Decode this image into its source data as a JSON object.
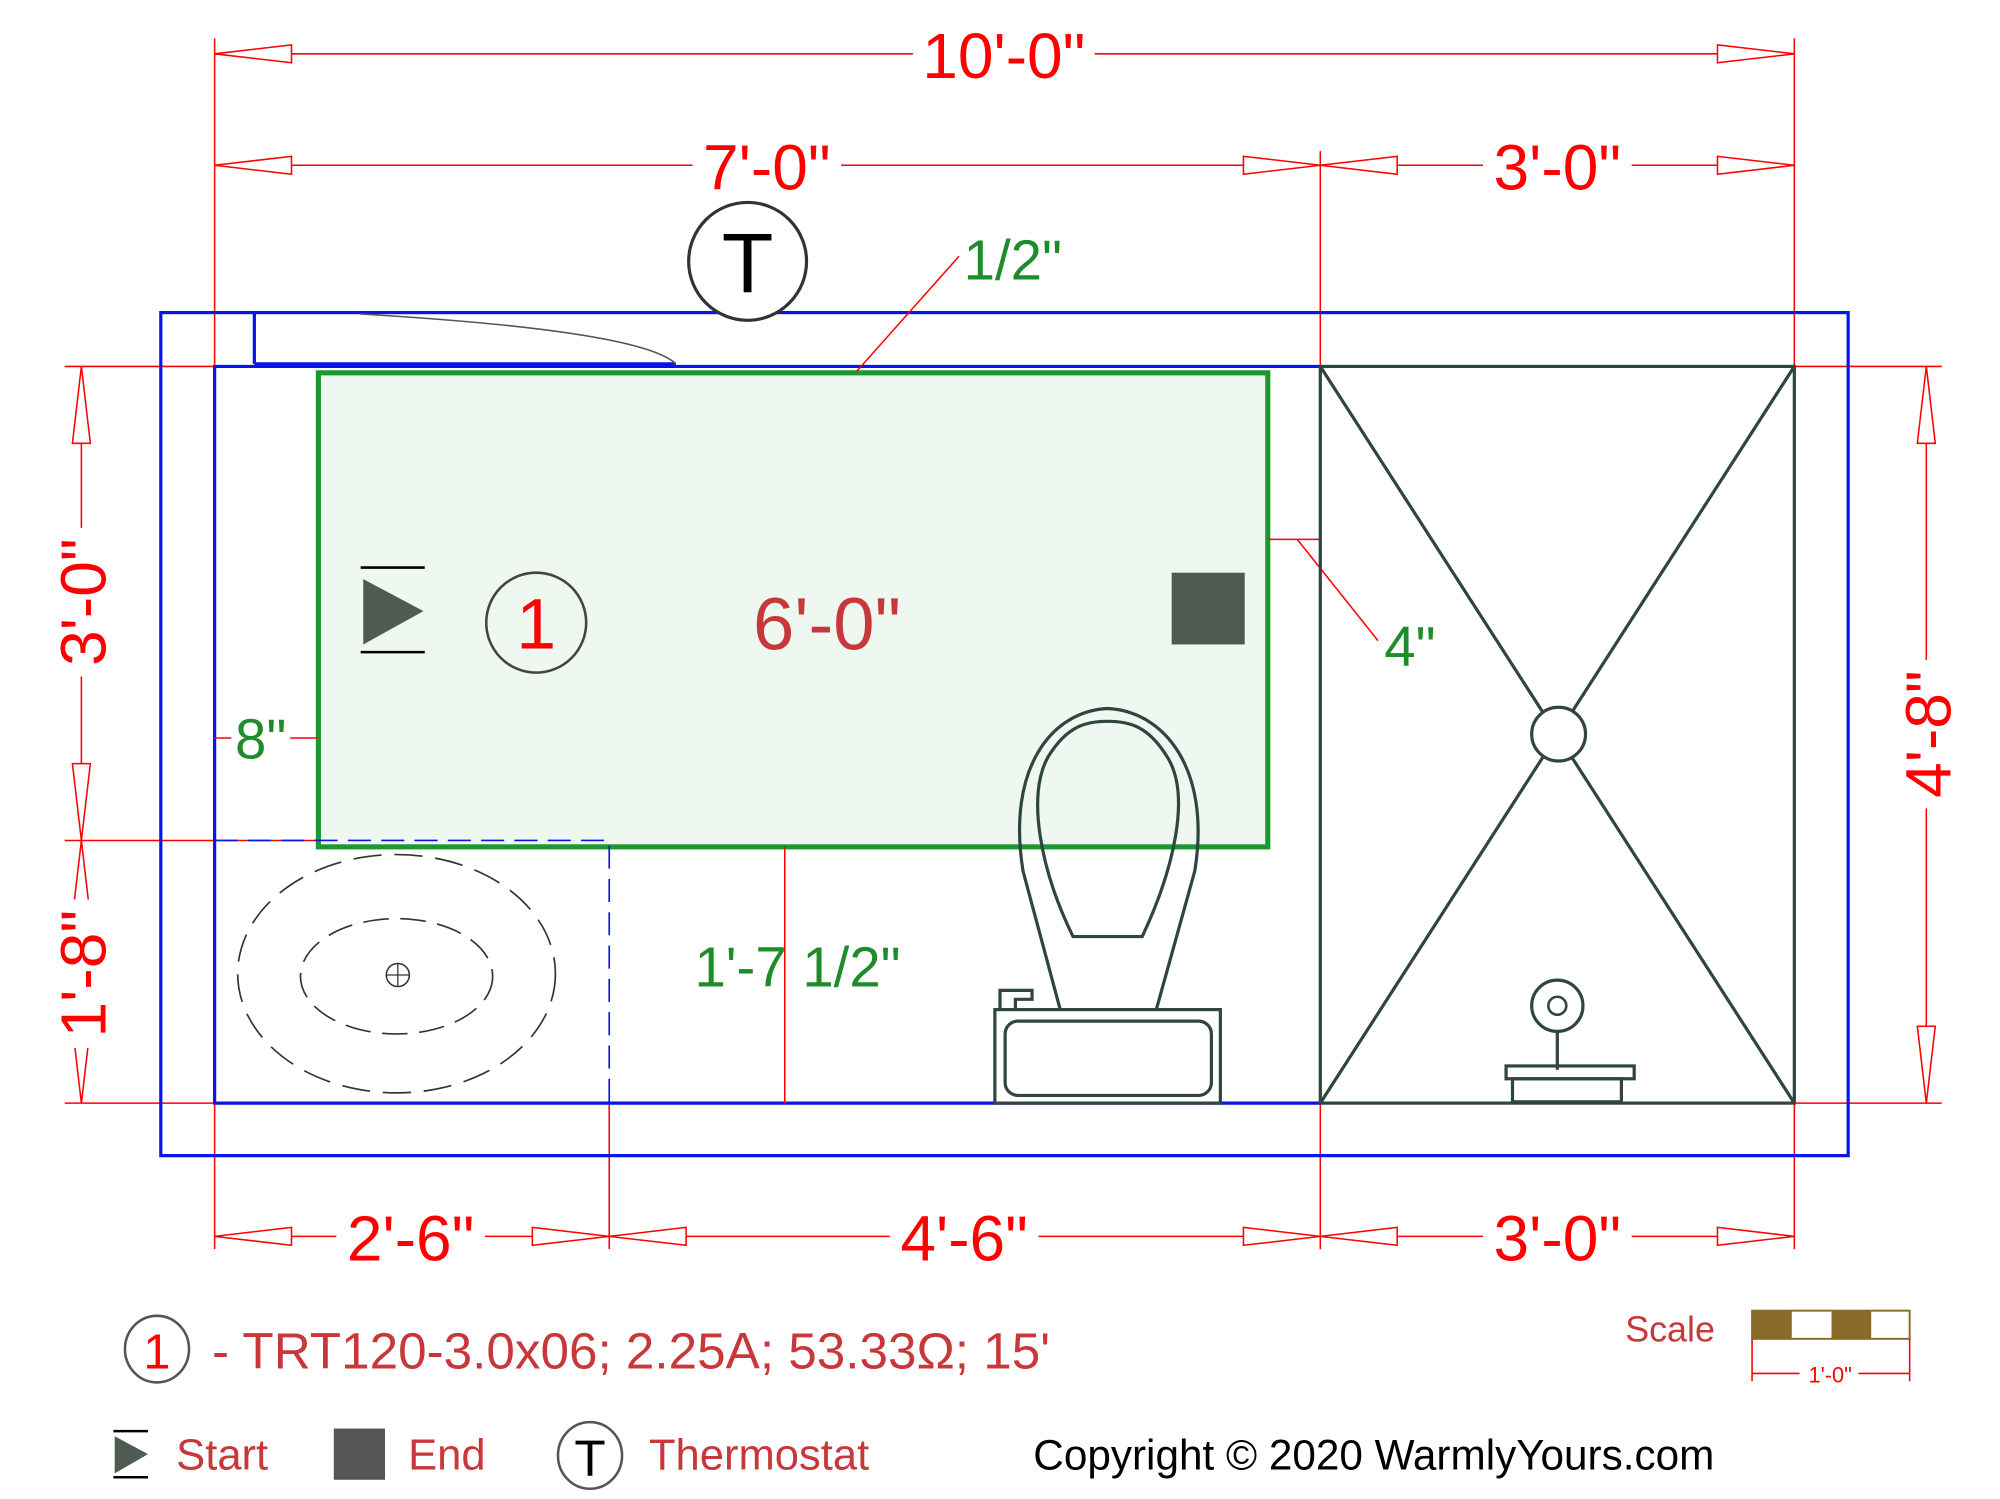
{
  "dimensions": {
    "overall_width": "10'-0\"",
    "left_width": "7'-0\"",
    "shower_width_top": "3'-0\"",
    "bottom_sink": "2'-6\"",
    "bottom_middle": "4'-6\"",
    "bottom_shower": "3'-0\"",
    "left_upper": "3'-0\"",
    "left_lower": "1'-8\"",
    "right_height": "4'-8\""
  },
  "clearances": {
    "top": "1/2\"",
    "right": "4\"",
    "left": "8\"",
    "bottom": "1'-7 1/2\""
  },
  "heating_area": {
    "circuit_number": "1",
    "length_label": "6'-0\""
  },
  "thermostat_symbol": "T",
  "legend": {
    "circuit_number": "1",
    "circuit_spec": "- TRT120-3.0x06; 2.25A; 53.33Ω; 15'",
    "start_label": "Start",
    "end_label": "End",
    "thermostat_symbol": "T",
    "thermostat_label": "Thermostat",
    "scale_label": "Scale",
    "scale_value": "1'-0\"",
    "copyright": "Copyright © 2020 WarmlyYours.com"
  },
  "colors": {
    "dimension_red": "#ff0000",
    "clearance_green": "#1e8c2a",
    "wall_blue": "#0a14e6",
    "heating_fill": "#eef7f0",
    "fixture_dark": "#2f4540",
    "scale_brown": "#8a6a28"
  }
}
